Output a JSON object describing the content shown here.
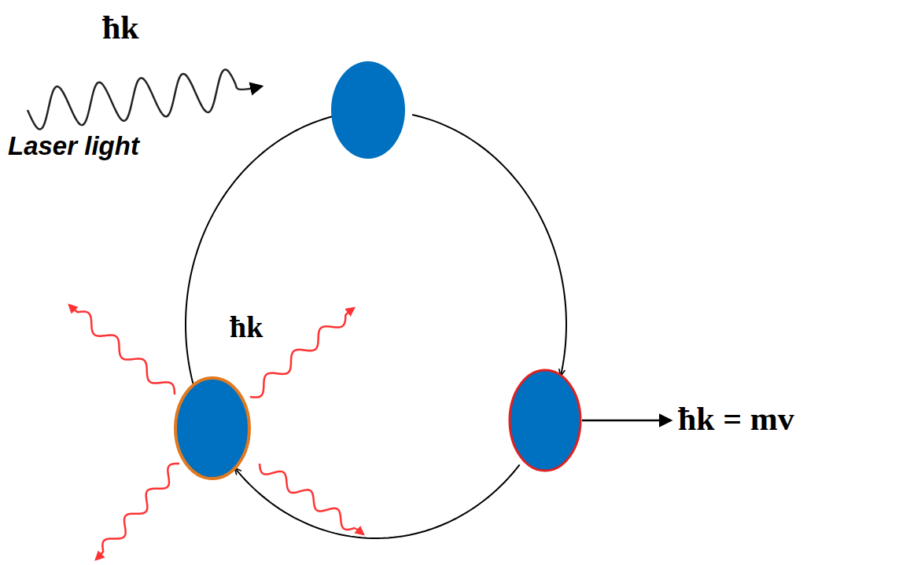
{
  "diagram": {
    "labels": [
      "ħk",
      "Laser light",
      "ħk",
      "ħk = mv"
    ]
  }
}
